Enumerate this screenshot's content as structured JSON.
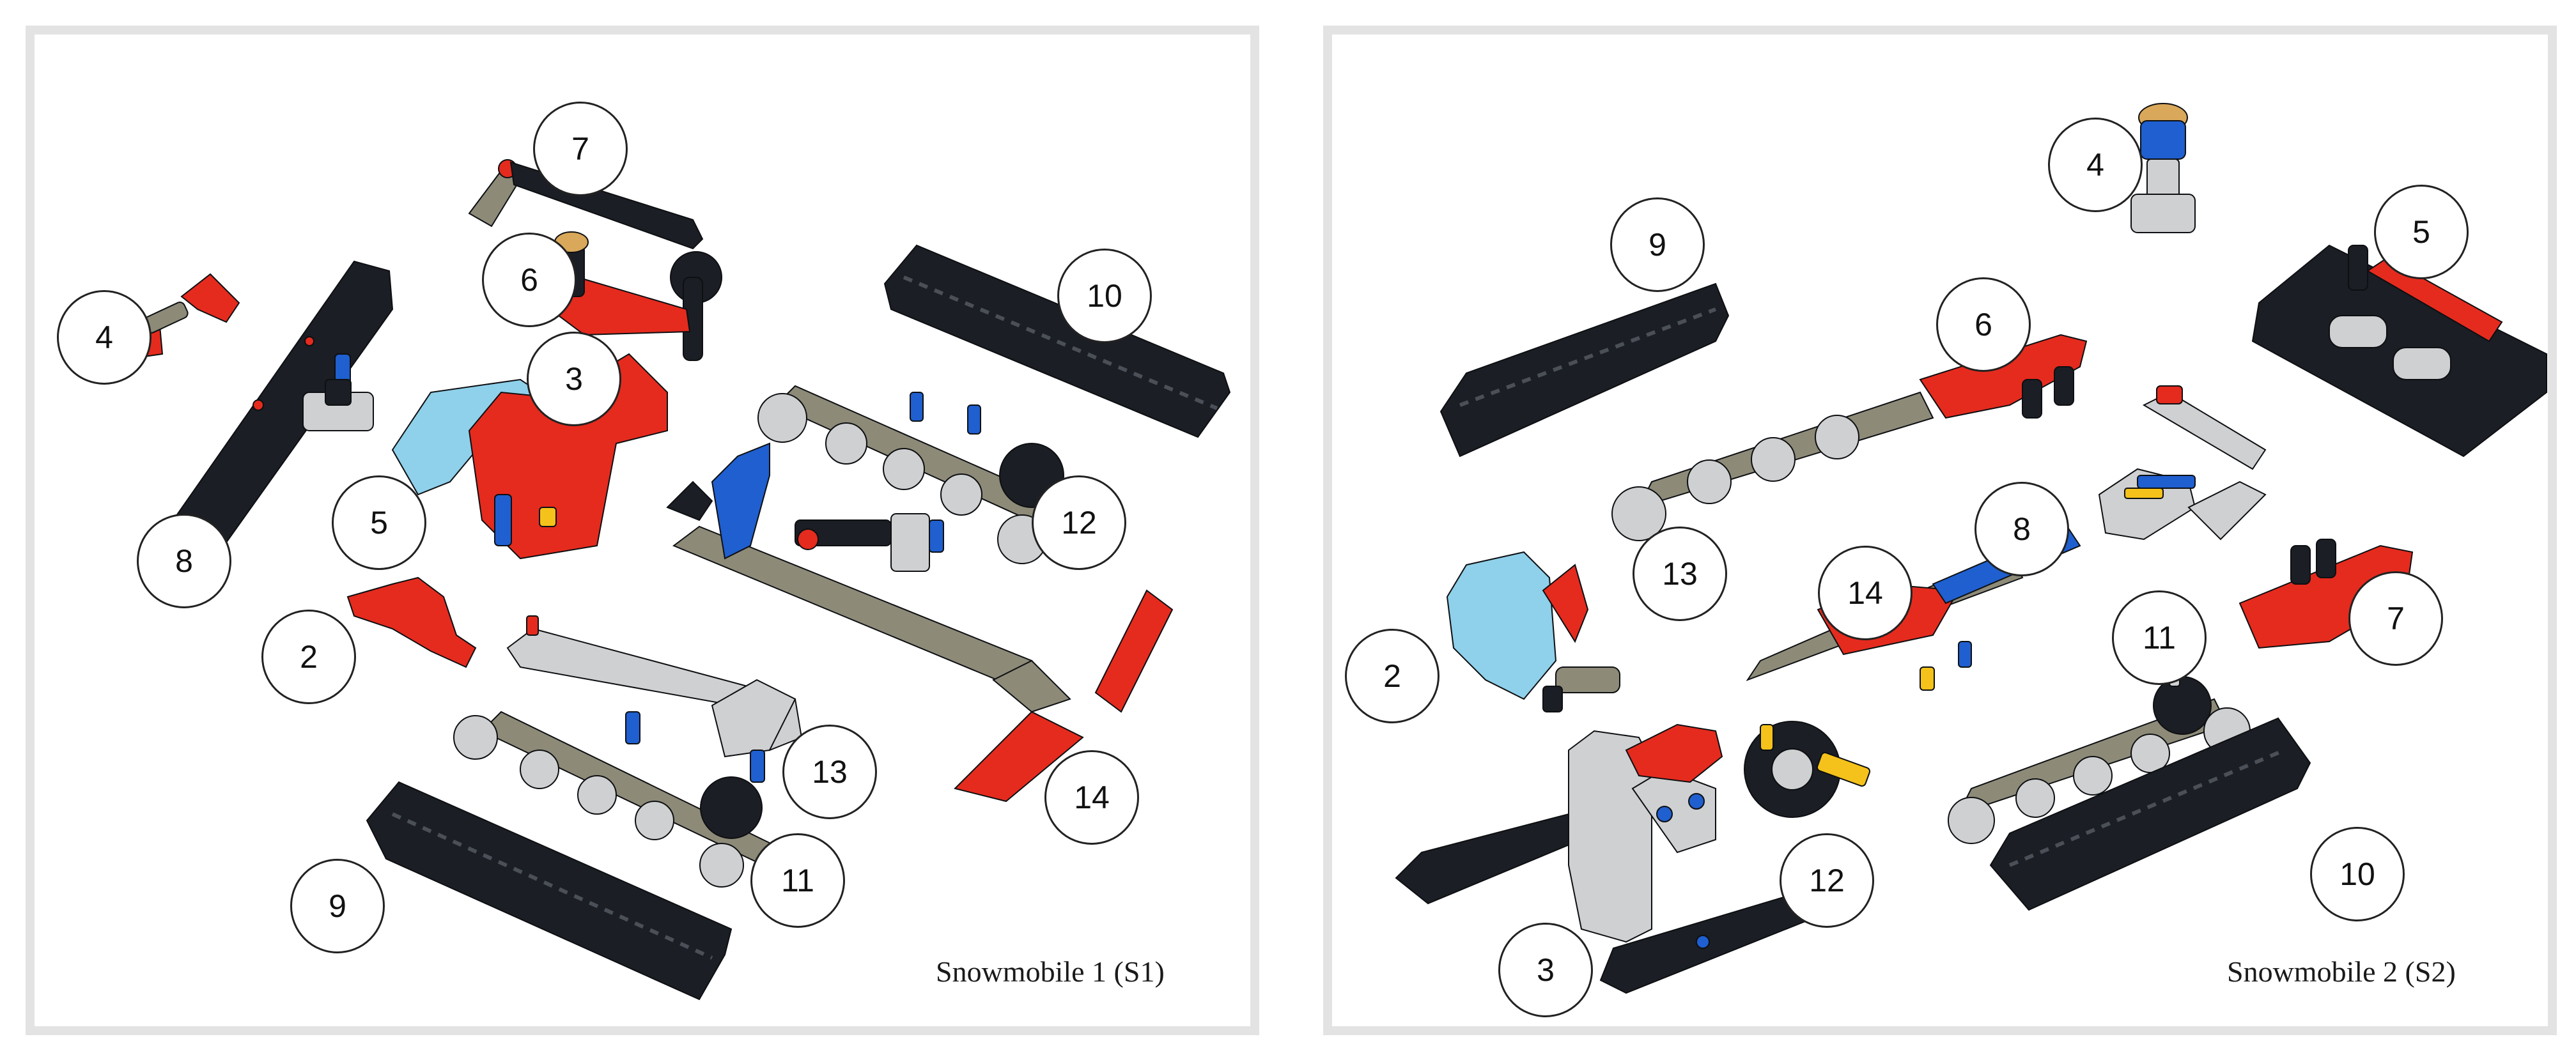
{
  "colors": {
    "black_brick": "#1b1e24",
    "red_brick": "#e52b1e",
    "dark_grey_brick": "#8d8a78",
    "light_grey_brick": "#cfd0d1",
    "blue_brick": "#1f5fcf",
    "light_blue_brick": "#8fd0ea",
    "tan_brick": "#d9a85a",
    "yellow_brick": "#f4c21a",
    "panel_border": "#e3e3e3"
  },
  "panels": [
    {
      "caption": "Snowmobile 1 (S1)",
      "callouts": [
        {
          "label": "2"
        },
        {
          "label": "3"
        },
        {
          "label": "4"
        },
        {
          "label": "5"
        },
        {
          "label": "6"
        },
        {
          "label": "7"
        },
        {
          "label": "8"
        },
        {
          "label": "9"
        },
        {
          "label": "10"
        },
        {
          "label": "11"
        },
        {
          "label": "12"
        },
        {
          "label": "13"
        },
        {
          "label": "14"
        }
      ]
    },
    {
      "caption": "Snowmobile 2 (S2)",
      "callouts": [
        {
          "label": "2"
        },
        {
          "label": "3"
        },
        {
          "label": "4"
        },
        {
          "label": "5"
        },
        {
          "label": "6"
        },
        {
          "label": "7"
        },
        {
          "label": "8"
        },
        {
          "label": "9"
        },
        {
          "label": "10"
        },
        {
          "label": "11"
        },
        {
          "label": "12"
        },
        {
          "label": "13"
        },
        {
          "label": "14"
        }
      ]
    }
  ]
}
